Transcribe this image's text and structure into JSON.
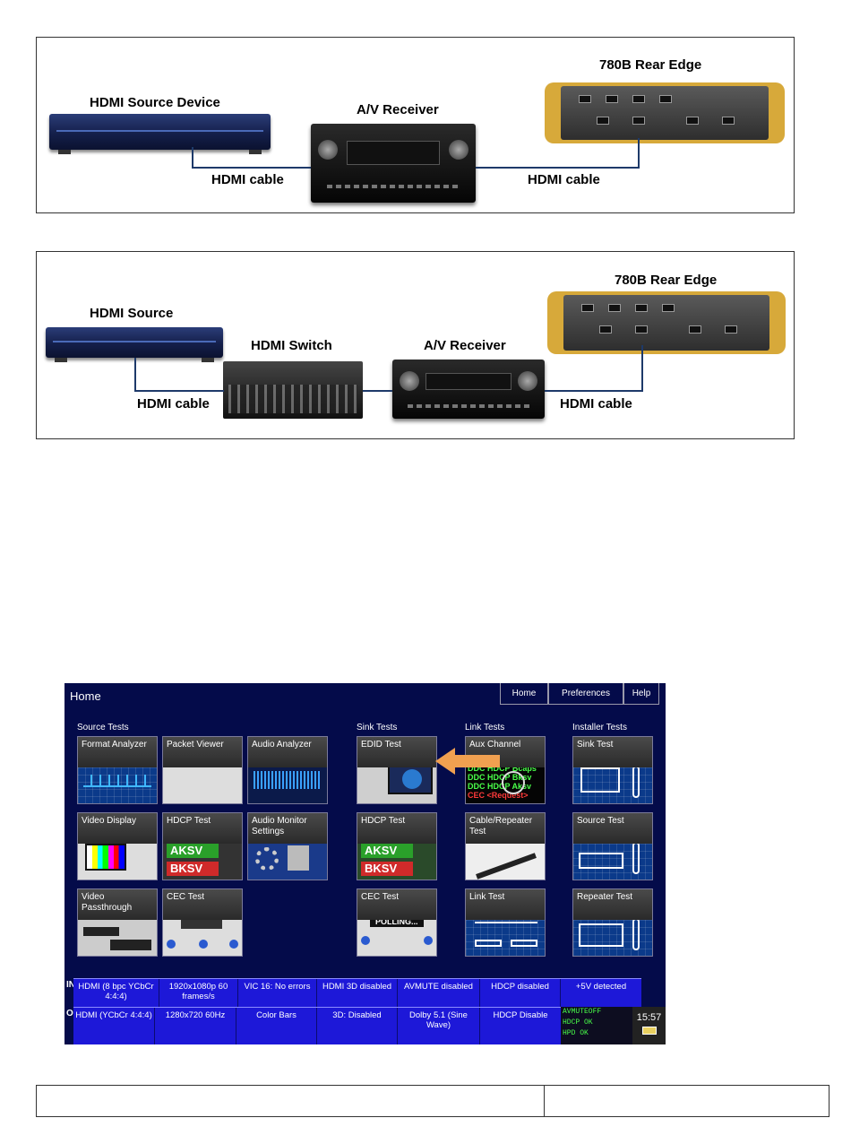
{
  "diagram1": {
    "source_label": "HDMI Source Device",
    "receiver_label": "A/V Receiver",
    "analyzer_label": "780B Rear Edge",
    "cable_left": "HDMI cable",
    "cable_right": "HDMI cable"
  },
  "diagram2": {
    "source_label": "HDMI Source",
    "switch_label": "HDMI Switch",
    "receiver_label": "A/V Receiver",
    "analyzer_label": "780B Rear Edge",
    "cable_left": "HDMI cable",
    "cable_right": "HDMI cable"
  },
  "ui": {
    "title": "Home",
    "top_buttons": [
      "Home",
      "Preferences",
      "Help"
    ],
    "categories": [
      "Source Tests",
      "Sink Tests",
      "Link Tests",
      "Installer Tests"
    ],
    "tiles": {
      "format_analyzer": "Format Analyzer",
      "packet_viewer": "Packet Viewer",
      "audio_analyzer": "Audio Analyzer",
      "edid_test": "EDID Test",
      "aux_channel": "Aux Channel",
      "sink_test": "Sink Test",
      "video_display": "Video Display",
      "hdcp_test_source": "HDCP Test",
      "audio_monitor": "Audio Monitor Settings",
      "hdcp_test_sink": "HDCP Test",
      "cable_repeater": "Cable/Repeater Test",
      "source_test": "Source Test",
      "video_passthrough": "Video Passthrough",
      "cec_test_source": "CEC Test",
      "cec_test_sink": "CEC Test",
      "link_test": "Link Test",
      "repeater_test": "Repeater Test"
    },
    "tile_art_text": {
      "aksv": "AKSV",
      "bksv": "BKSV",
      "polling": "POLLING...",
      "hdcp_lines": [
        "DDC HDCP Bcaps",
        "DDC HDCP Bksv",
        "DDC HDCP Aksv",
        "CEC <Request>"
      ]
    },
    "in_label": "IN",
    "out_label": "OUT",
    "in_status": [
      "HDMI (8 bpc YCbCr 4:4:4)",
      "1920x1080p 60 frames/s",
      "VIC 16: No errors",
      "HDMI 3D disabled",
      "AVMUTE disabled",
      "HDCP disabled",
      "+5V detected"
    ],
    "out_status": [
      "HDMI (YCbCr 4:4:4)",
      "1280x720 60Hz",
      "Color Bars",
      "3D: Disabled",
      "Dolby 5.1 (Sine Wave)",
      "HDCP Disable"
    ],
    "flags": [
      "AVMUTEOFF",
      "HDCP OK",
      "HPD OK"
    ],
    "clock": "15:57",
    "colors": {
      "background": "#040b4a",
      "status_bar": "#1d18d8",
      "arrow": "#f0a050",
      "flag_text": "#49ff49"
    }
  }
}
